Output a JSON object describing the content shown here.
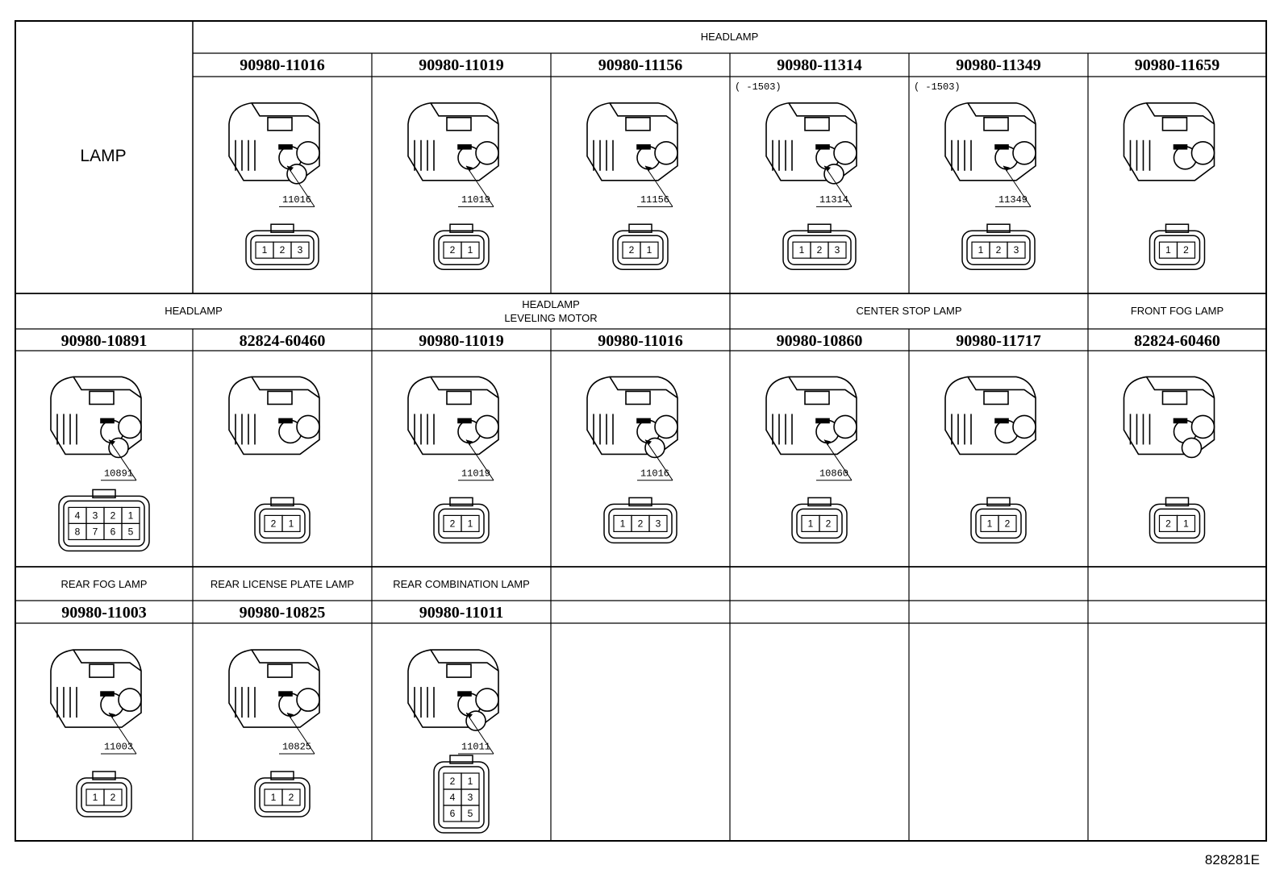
{
  "row_label": "LAMP",
  "sections": [
    {
      "id": "r0-headlamp",
      "label": "HEADLAMP"
    },
    {
      "id": "r1-headlamp",
      "label": "HEADLAMP"
    },
    {
      "id": "r1-leveling",
      "label": "HEADLAMP\nLEVELING MOTOR"
    },
    {
      "id": "r1-centerstop",
      "label": "CENTER STOP LAMP"
    },
    {
      "id": "r1-frontfog",
      "label": "FRONT FOG LAMP"
    },
    {
      "id": "r2-rearfog",
      "label": "REAR FOG LAMP"
    },
    {
      "id": "r2-license",
      "label": "REAR LICENSE PLATE LAMP"
    },
    {
      "id": "r2-rearcomb",
      "label": "REAR COMBINATION LAMP"
    }
  ],
  "connectors": [
    {
      "part_number": "90980-11016",
      "callout": "11016",
      "note": "",
      "pins": [
        "1",
        "2",
        "3"
      ]
    },
    {
      "part_number": "90980-11019",
      "callout": "11019",
      "note": "",
      "pins": [
        "2",
        "1"
      ]
    },
    {
      "part_number": "90980-11156",
      "callout": "11156",
      "note": "",
      "pins": [
        "2",
        "1"
      ]
    },
    {
      "part_number": "90980-11314",
      "callout": "11314",
      "note": "(      -1503)",
      "pins": [
        "1",
        "2",
        "3"
      ]
    },
    {
      "part_number": "90980-11349",
      "callout": "11349",
      "note": "(      -1503)",
      "pins": [
        "1",
        "2",
        "3"
      ]
    },
    {
      "part_number": "90980-11659",
      "callout": "",
      "note": "",
      "pins": [
        "1",
        "2"
      ]
    },
    {
      "part_number": "90980-10891",
      "callout": "10891",
      "note": "",
      "pins": [
        "4",
        "3",
        "2",
        "1",
        "8",
        "7",
        "6",
        "5"
      ]
    },
    {
      "part_number": "82824-60460",
      "callout": "",
      "note": "",
      "pins": [
        "2",
        "1"
      ]
    },
    {
      "part_number": "90980-11019",
      "callout": "11019",
      "note": "",
      "pins": [
        "2",
        "1"
      ]
    },
    {
      "part_number": "90980-11016",
      "callout": "11016",
      "note": "",
      "pins": [
        "1",
        "2",
        "3"
      ]
    },
    {
      "part_number": "90980-10860",
      "callout": "10860",
      "note": "",
      "pins": [
        "1",
        "2"
      ]
    },
    {
      "part_number": "90980-11717",
      "callout": "",
      "note": "",
      "pins": [
        "1",
        "2"
      ]
    },
    {
      "part_number": "82824-60460",
      "callout": "",
      "note": "",
      "pins": [
        "2",
        "1"
      ]
    },
    {
      "part_number": "90980-11003",
      "callout": "11003",
      "note": "",
      "pins": [
        "1",
        "2"
      ]
    },
    {
      "part_number": "90980-10825",
      "callout": "10825",
      "note": "",
      "pins": [
        "1",
        "2"
      ]
    },
    {
      "part_number": "90980-11011",
      "callout": "11011",
      "note": "",
      "pins": [
        "2",
        "1",
        "4",
        "3",
        "6",
        "5"
      ]
    }
  ],
  "figure_id": "828281E"
}
